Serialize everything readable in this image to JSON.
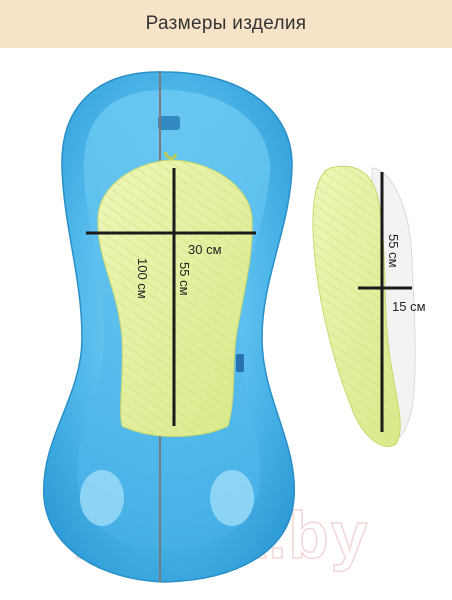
{
  "header": {
    "title": "Размеры изделия"
  },
  "dimensions": {
    "tub_length": "100 см",
    "seat_width": "30 см",
    "seat_length": "55 см",
    "side_length": "55 см",
    "side_depth": "15 см"
  },
  "watermark": "21vek.by",
  "colors": {
    "header_bg": "#f7e4c8",
    "tub_blue": "#4fb8ea",
    "seat_green": "#e6f1a2",
    "line_color": "#1a1a1a",
    "center_line": "#7a7a7a"
  }
}
